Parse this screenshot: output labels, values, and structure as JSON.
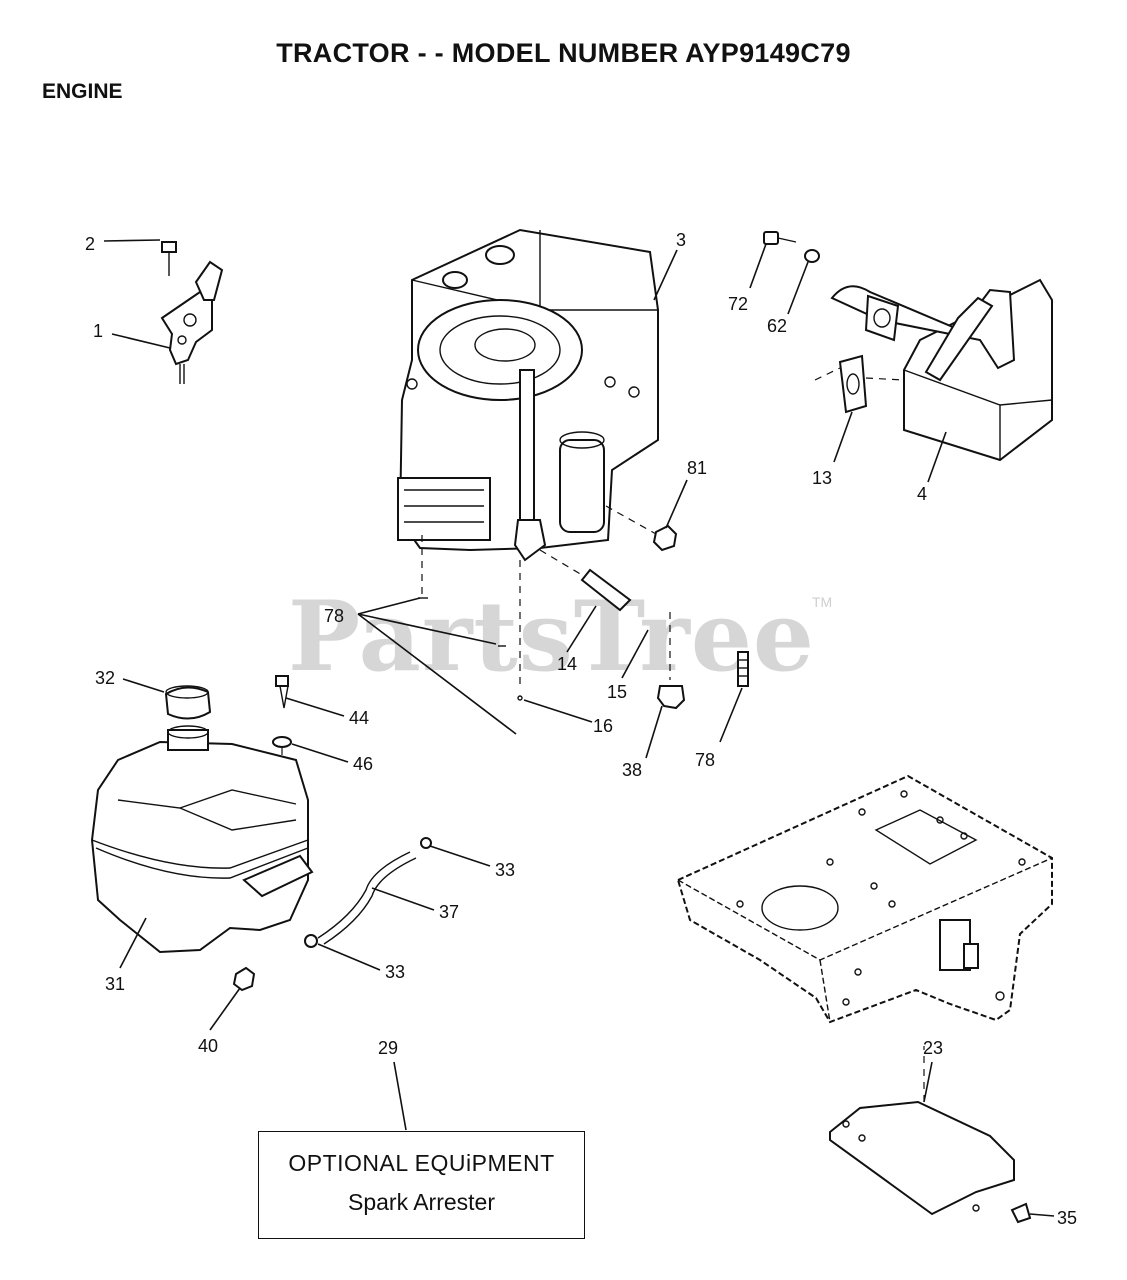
{
  "header": {
    "title": "TRACTOR - - MODEL NUMBER AYP9149C79",
    "section": "ENGINE"
  },
  "watermark": {
    "text": "PartsTree",
    "tm": "TM"
  },
  "optional_box": {
    "line1": "OPTIONAL EQUiPMENT",
    "line2": "Spark Arrester"
  },
  "callouts": {
    "c1": "1",
    "c2": "2",
    "c3": "3",
    "c4": "4",
    "c13": "13",
    "c14": "14",
    "c15": "15",
    "c16": "16",
    "c23": "23",
    "c29": "29",
    "c31": "31",
    "c32": "32",
    "c33a": "33",
    "c33b": "33",
    "c35": "35",
    "c37": "37",
    "c38": "38",
    "c40": "40",
    "c44": "44",
    "c46": "46",
    "c62": "62",
    "c72": "72",
    "c78a": "78",
    "c78b": "78",
    "c81": "81"
  }
}
